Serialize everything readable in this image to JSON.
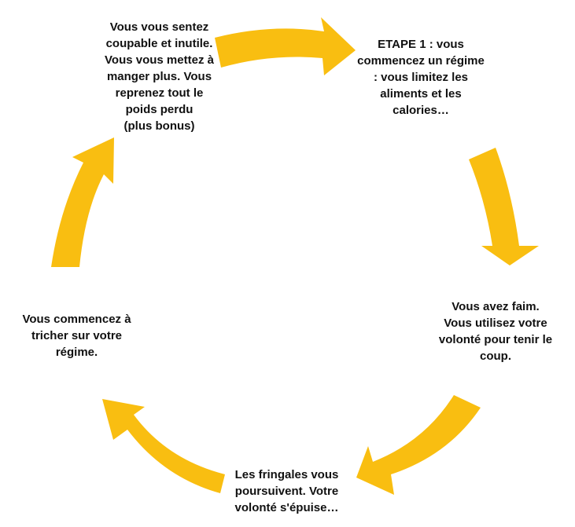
{
  "cycle": {
    "arrow_color": "#F9BE11",
    "steps": [
      {
        "text": "ETAPE 1 : vous\ncommencez un régime\n: vous limitez les\naliments et les\ncalories…"
      },
      {
        "text": "Vous avez faim.\nVous utilisez votre\nvolonté pour tenir le\ncoup."
      },
      {
        "text": "Les fringales vous\npoursuivent. Votre\nvolonté s'épuise…"
      },
      {
        "text": "Vous commencez à\ntricher sur votre\nrégime."
      },
      {
        "text": "Vous vous sentez\ncoupable et inutile.\nVous vous mettez à\nmanger plus. Vous\nreprenez tout le\npoids perdu\n(plus bonus)"
      }
    ]
  }
}
